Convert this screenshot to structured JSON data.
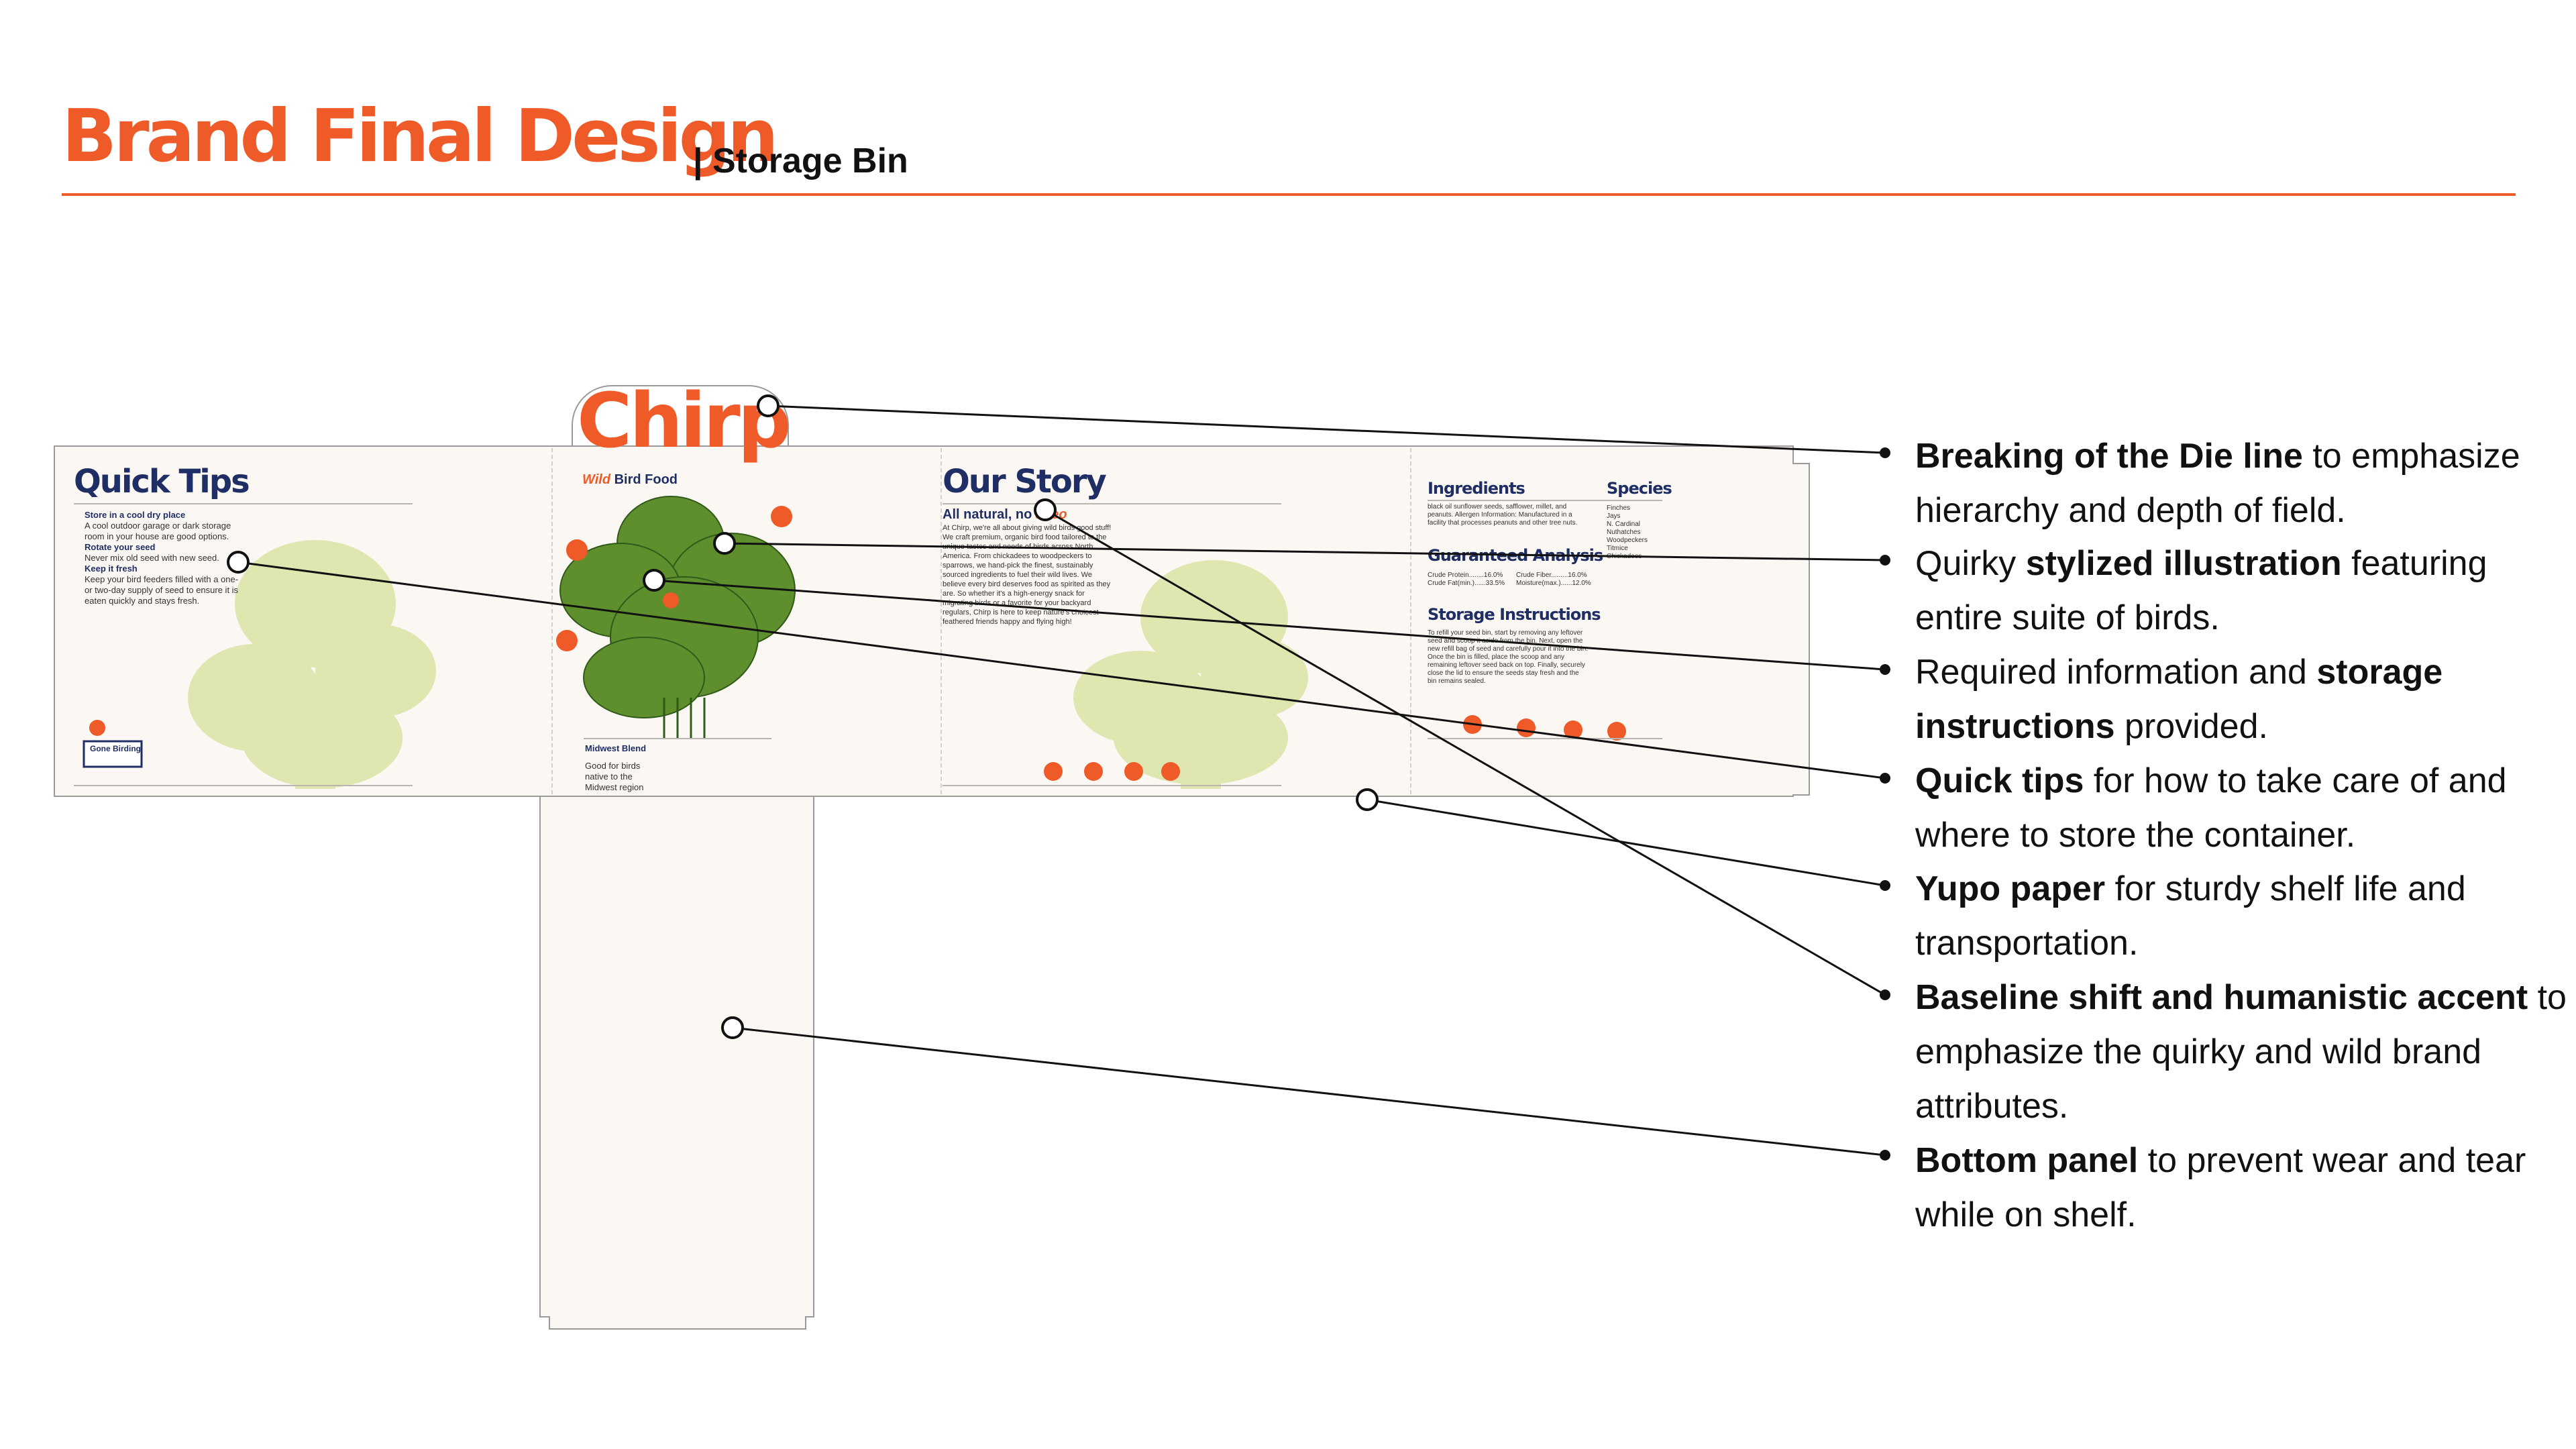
{
  "header": {
    "title": "Brand Final Design",
    "subtitle": "| Storage Bin"
  },
  "package": {
    "logo": "Chirp",
    "product_wild": "Wild",
    "product_rest": "Bird Food",
    "quick_tips": {
      "title": "Quick Tips",
      "tips": [
        {
          "head": "Store in a cool dry place",
          "body": "A cool outdoor garage or dark storage room in your house are good options."
        },
        {
          "head": "Rotate your seed",
          "body": "Never mix old seed with new seed."
        },
        {
          "head": "Keep it fresh",
          "body": "Keep your bird feeders filled with a one- or two-day supply of seed to ensure it is eaten quickly and stays fresh."
        }
      ],
      "sign": "Gone Birding"
    },
    "center": {
      "region_title": "Midwest Blend",
      "region_text": "Good for birds native to the Midwest region"
    },
    "our_story": {
      "title": "Our Story",
      "tagline_start": "All natural, no ",
      "tagline_accent": "ageo",
      "body": "At Chirp, we're all about giving wild birds good stuff! We craft premium, organic bird food tailored to the unique tastes and needs of birds across North America. From chickadees to woodpeckers to sparrows, we hand-pick the finest, sustainably sourced ingredients to fuel their wild lives. We believe every bird deserves food as spirited as they are. So whether it's a high-energy snack for migrating birds or a favorite for your backyard regulars, Chirp is here to keep nature's choicest feathered friends happy and flying high!"
    },
    "info": {
      "ingredients_title": "Ingredients",
      "ingredients_text": "black oil sunflower seeds, safflower, millet, and peanuts. Allergen Information: Manufactured in a facility that processes peanuts and other tree nuts.",
      "species_title": "Species",
      "species": [
        "Finches",
        "Jays",
        "N. Cardinal",
        "Nuthatches",
        "Woodpeckers",
        "Titmice",
        "Chickadees"
      ],
      "analysis_title": "Guaranteed Analysis",
      "analysis": [
        "Crude Protein........16.0%",
        "Crude Fiber.........16.0%",
        "Crude Fat(min.)......33.5%",
        "Moisture(max.)......12.0%"
      ],
      "storage_title": "Storage Instructions",
      "storage_text": "To refill your seed bin, start by removing any leftover seed and scoop it aside from the bin. Next, open the new refill bag of seed and carefully pour it into the bin. Once the bin is filled, place the scoop and any remaining leftover seed back on top. Finally, securely close the lid to ensure the seeds stay fresh and the bin remains sealed."
    }
  },
  "callouts": [
    {
      "bold": "Breaking of the Die line",
      "rest": " to emphasize hierarchy and depth of field."
    },
    {
      "pre": "Quirky ",
      "bold": "stylized illustration",
      "rest": " featuring entire suite of birds."
    },
    {
      "pre": "Required information and ",
      "bold": "storage instructions",
      "rest": " provided."
    },
    {
      "bold": "Quick tips",
      "rest": " for how to take care of and where to store the container."
    },
    {
      "bold": "Yupo paper",
      "rest": " for sturdy shelf life and transportation."
    },
    {
      "bold": "Baseline shift and humanistic accent",
      "rest": " to emphasize the quirky and wild brand attributes."
    },
    {
      "bold": "Bottom panel",
      "rest": " to prevent wear and tear while on shelf."
    }
  ],
  "colors": {
    "accent": "#ee5a28",
    "navy": "#1f2f66",
    "tree_light": "#dfe6b0",
    "tree_dark": "#5f8f2c",
    "paper": "#fbf7f3"
  }
}
